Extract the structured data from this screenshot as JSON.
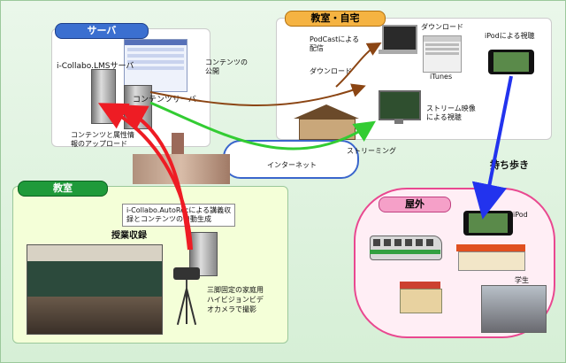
{
  "server": {
    "title": "サーバ",
    "lms_label": "i-Collabo.LMSサーバ",
    "content_server": "コンテンツサーバ",
    "publish": "コンテンツの\n公開",
    "upload": "コンテンツと属性情\n報のアップロード"
  },
  "home": {
    "title": "教室・自宅",
    "podcast": "PodCastによる\n配信",
    "download1": "ダウンロード",
    "download2": "ダウンロード",
    "itunes": "iTunes",
    "ipod_view": "iPodによる視聴",
    "stream_view": "ストリーム映像\nによる視聴"
  },
  "network": {
    "internet": "インターネット",
    "streaming": "ストリーミング"
  },
  "classroom": {
    "title": "教室",
    "autorec": "i-Collabo.AutoRecによる講義収\n録とコンテンツの自動生成",
    "lecture": "授業収録",
    "camera": "三脚固定の家庭用\nハイビジョンビデ\nオカメラで撮影"
  },
  "outside": {
    "title": "屋外",
    "carry": "持ち歩き",
    "ipod": "iPod",
    "student": "学生"
  },
  "colors": {
    "red": "#ee1c24",
    "green": "#33cc33",
    "brown": "#8b4513",
    "blue": "#2233ee"
  }
}
